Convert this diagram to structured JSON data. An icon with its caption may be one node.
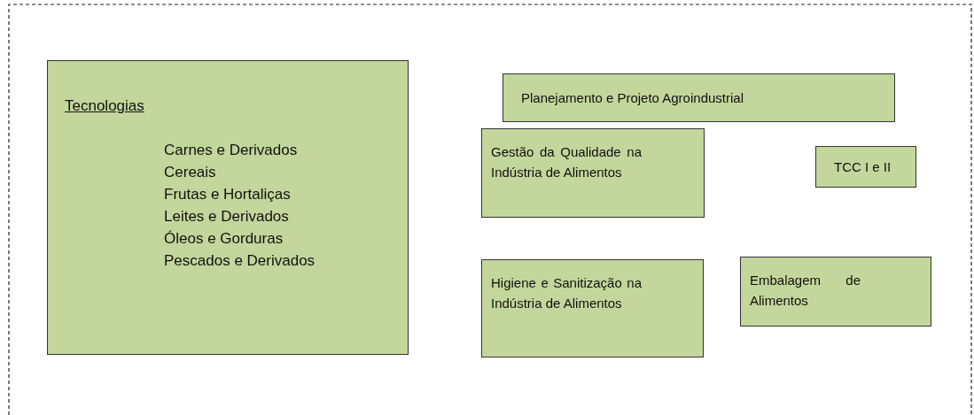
{
  "diagram": {
    "nodes": [
      {
        "text": [
          "Tecnologias",
          "Carnes e Derivados",
          "Cereais",
          "Frutas e Hortaliças",
          "Leites e Derivados",
          "Óleos e Gorduras",
          "Pescados e Derivados"
        ]
      },
      {
        "text": [
          "Planejamento e Projeto Agroindustrial"
        ]
      },
      {
        "text": [
          "Gestão da Qualidade na Indústria de Alimentos"
        ]
      },
      {
        "text": [
          "TCC I e II"
        ]
      },
      {
        "text": [
          "Higiene e Sanitização na Indústria de Alimentos"
        ]
      },
      {
        "text": [
          "Embalagem de Alimentos"
        ]
      }
    ]
  }
}
